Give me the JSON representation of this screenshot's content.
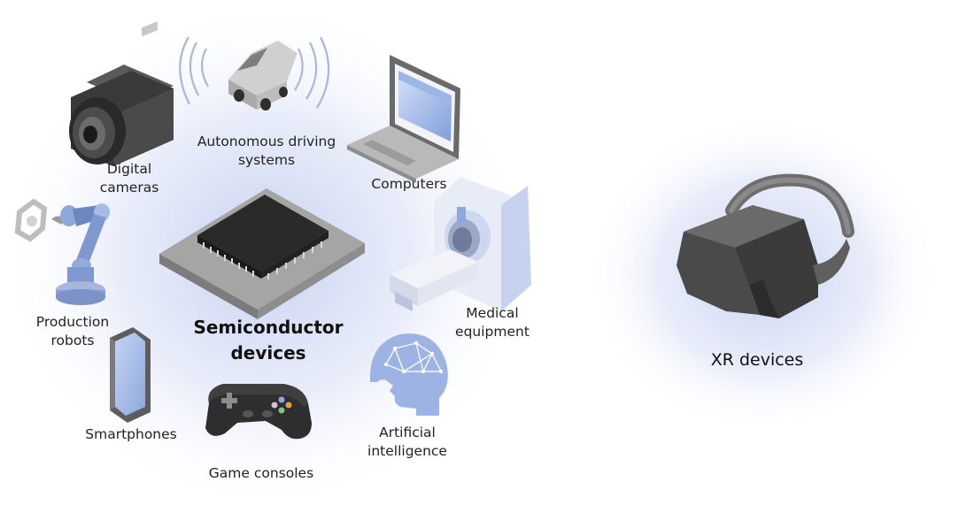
{
  "center": {
    "line1": "Semiconductor",
    "line2": "devices"
  },
  "devices": {
    "autonomous": {
      "line1": "Autonomous driving",
      "line2": "systems",
      "icon": "car-icon"
    },
    "cameras": {
      "line1": "Digital",
      "line2": "cameras",
      "icon": "camera-icon"
    },
    "computers": {
      "line1": "Computers",
      "icon": "laptop-icon"
    },
    "robots": {
      "line1": "Production",
      "line2": "robots",
      "icon": "robot-arm-icon"
    },
    "medical": {
      "line1": "Medical",
      "line2": "equipment",
      "icon": "mri-scanner-icon"
    },
    "smartphones": {
      "line1": "Smartphones",
      "icon": "smartphone-icon"
    },
    "consoles": {
      "line1": "Game consoles",
      "icon": "gamepad-icon"
    },
    "ai": {
      "line1": "Artificial",
      "line2": "intelligence",
      "icon": "ai-head-icon"
    }
  },
  "xr": {
    "label": "XR devices",
    "icon": "vr-headset-icon"
  },
  "colors": {
    "glow": "#c9d3f0",
    "device_blue": "#8fa8dc",
    "chip": "#2b2b2b",
    "pad": "#a9a9a9",
    "body_gray": "#4a4a4a"
  }
}
